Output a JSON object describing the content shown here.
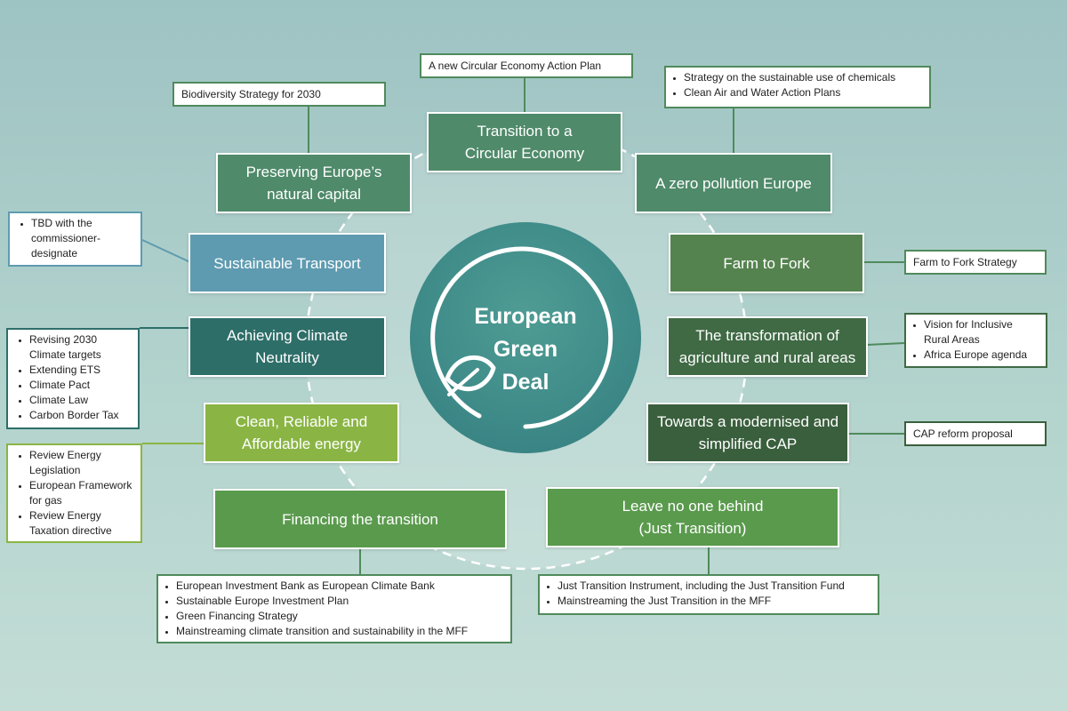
{
  "center": {
    "title": "European\nGreen\nDeal"
  },
  "colors": {
    "background": "#a9cccb",
    "hub": "#3e8a88",
    "teal_dark": "#2e6e69",
    "blue_teal": "#5e9bb0",
    "green_mid": "#4f8a5c",
    "green_light": "#8ab544",
    "green_dark": "#3a5f3d"
  },
  "themes": {
    "circular": "Transition to a\nCircular Economy",
    "natural": "Preserving Europe’s\nnatural capital",
    "pollution": "A zero pollution Europe",
    "transport": "Sustainable Transport",
    "farm": "Farm to Fork",
    "climate": "Achieving Climate\nNeutrality",
    "agri": "The transformation of\nagriculture and rural areas",
    "energy": "Clean, Reliable and\nAffordable energy",
    "cap": "Towards a modernised and\nsimplified CAP",
    "financing": "Financing the transition",
    "leave": "Leave no one behind\n(Just Transition)"
  },
  "notes": {
    "circular": "A new Circular Economy Action Plan",
    "biodiversity": "Biodiversity Strategy for 2030",
    "pollution": [
      "Strategy on the sustainable use of chemicals",
      "Clean Air and Water Action Plans"
    ],
    "transport": [
      "TBD with the commissioner-designate"
    ],
    "farm": "Farm to Fork Strategy",
    "climate": [
      "Revising 2030 Climate targets",
      "Extending ETS",
      "Climate Pact",
      "Climate Law",
      "Carbon Border Tax"
    ],
    "agri": [
      "Vision for Inclusive Rural Areas",
      "Africa Europe agenda"
    ],
    "cap": "CAP reform proposal",
    "energy": [
      "Review Energy Legislation",
      "European Framework for gas",
      "Review Energy Taxation directive"
    ],
    "financing": [
      "European Investment Bank as European Climate Bank",
      "Sustainable Europe Investment Plan",
      "Green Financing Strategy",
      "Mainstreaming climate transition and sustainability in the MFF"
    ],
    "leave": [
      "Just Transition Instrument, including the Just Transition Fund",
      "Mainstreaming the Just Transition in the MFF"
    ]
  }
}
